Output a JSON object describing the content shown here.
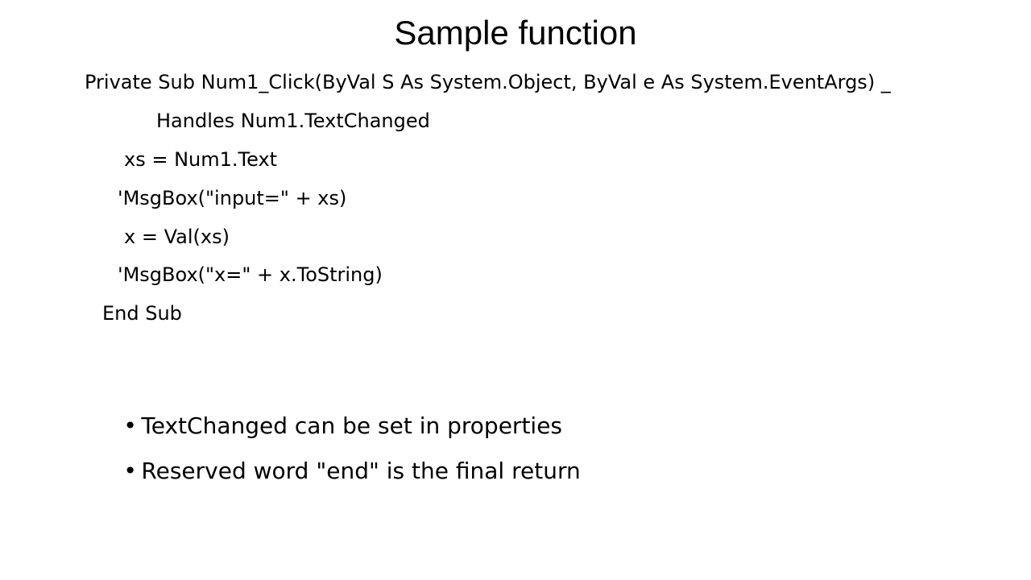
{
  "slide": {
    "title": "Sample function",
    "code_lines": [
      "Private Sub Num1_Click(ByVal S As System.Object, ByVal e As System.EventArgs) _",
      "Handles Num1.TextChanged",
      "xs = Num1.Text",
      "'MsgBox(\"input=\" + xs)",
      "x = Val(xs)",
      "'MsgBox(\"x=\" + x.ToString)",
      "End Sub"
    ],
    "bullet_marker": "•",
    "bullets": [
      "TextChanged can be set in properties",
      "Reserved word \"end\" is the final return"
    ]
  }
}
